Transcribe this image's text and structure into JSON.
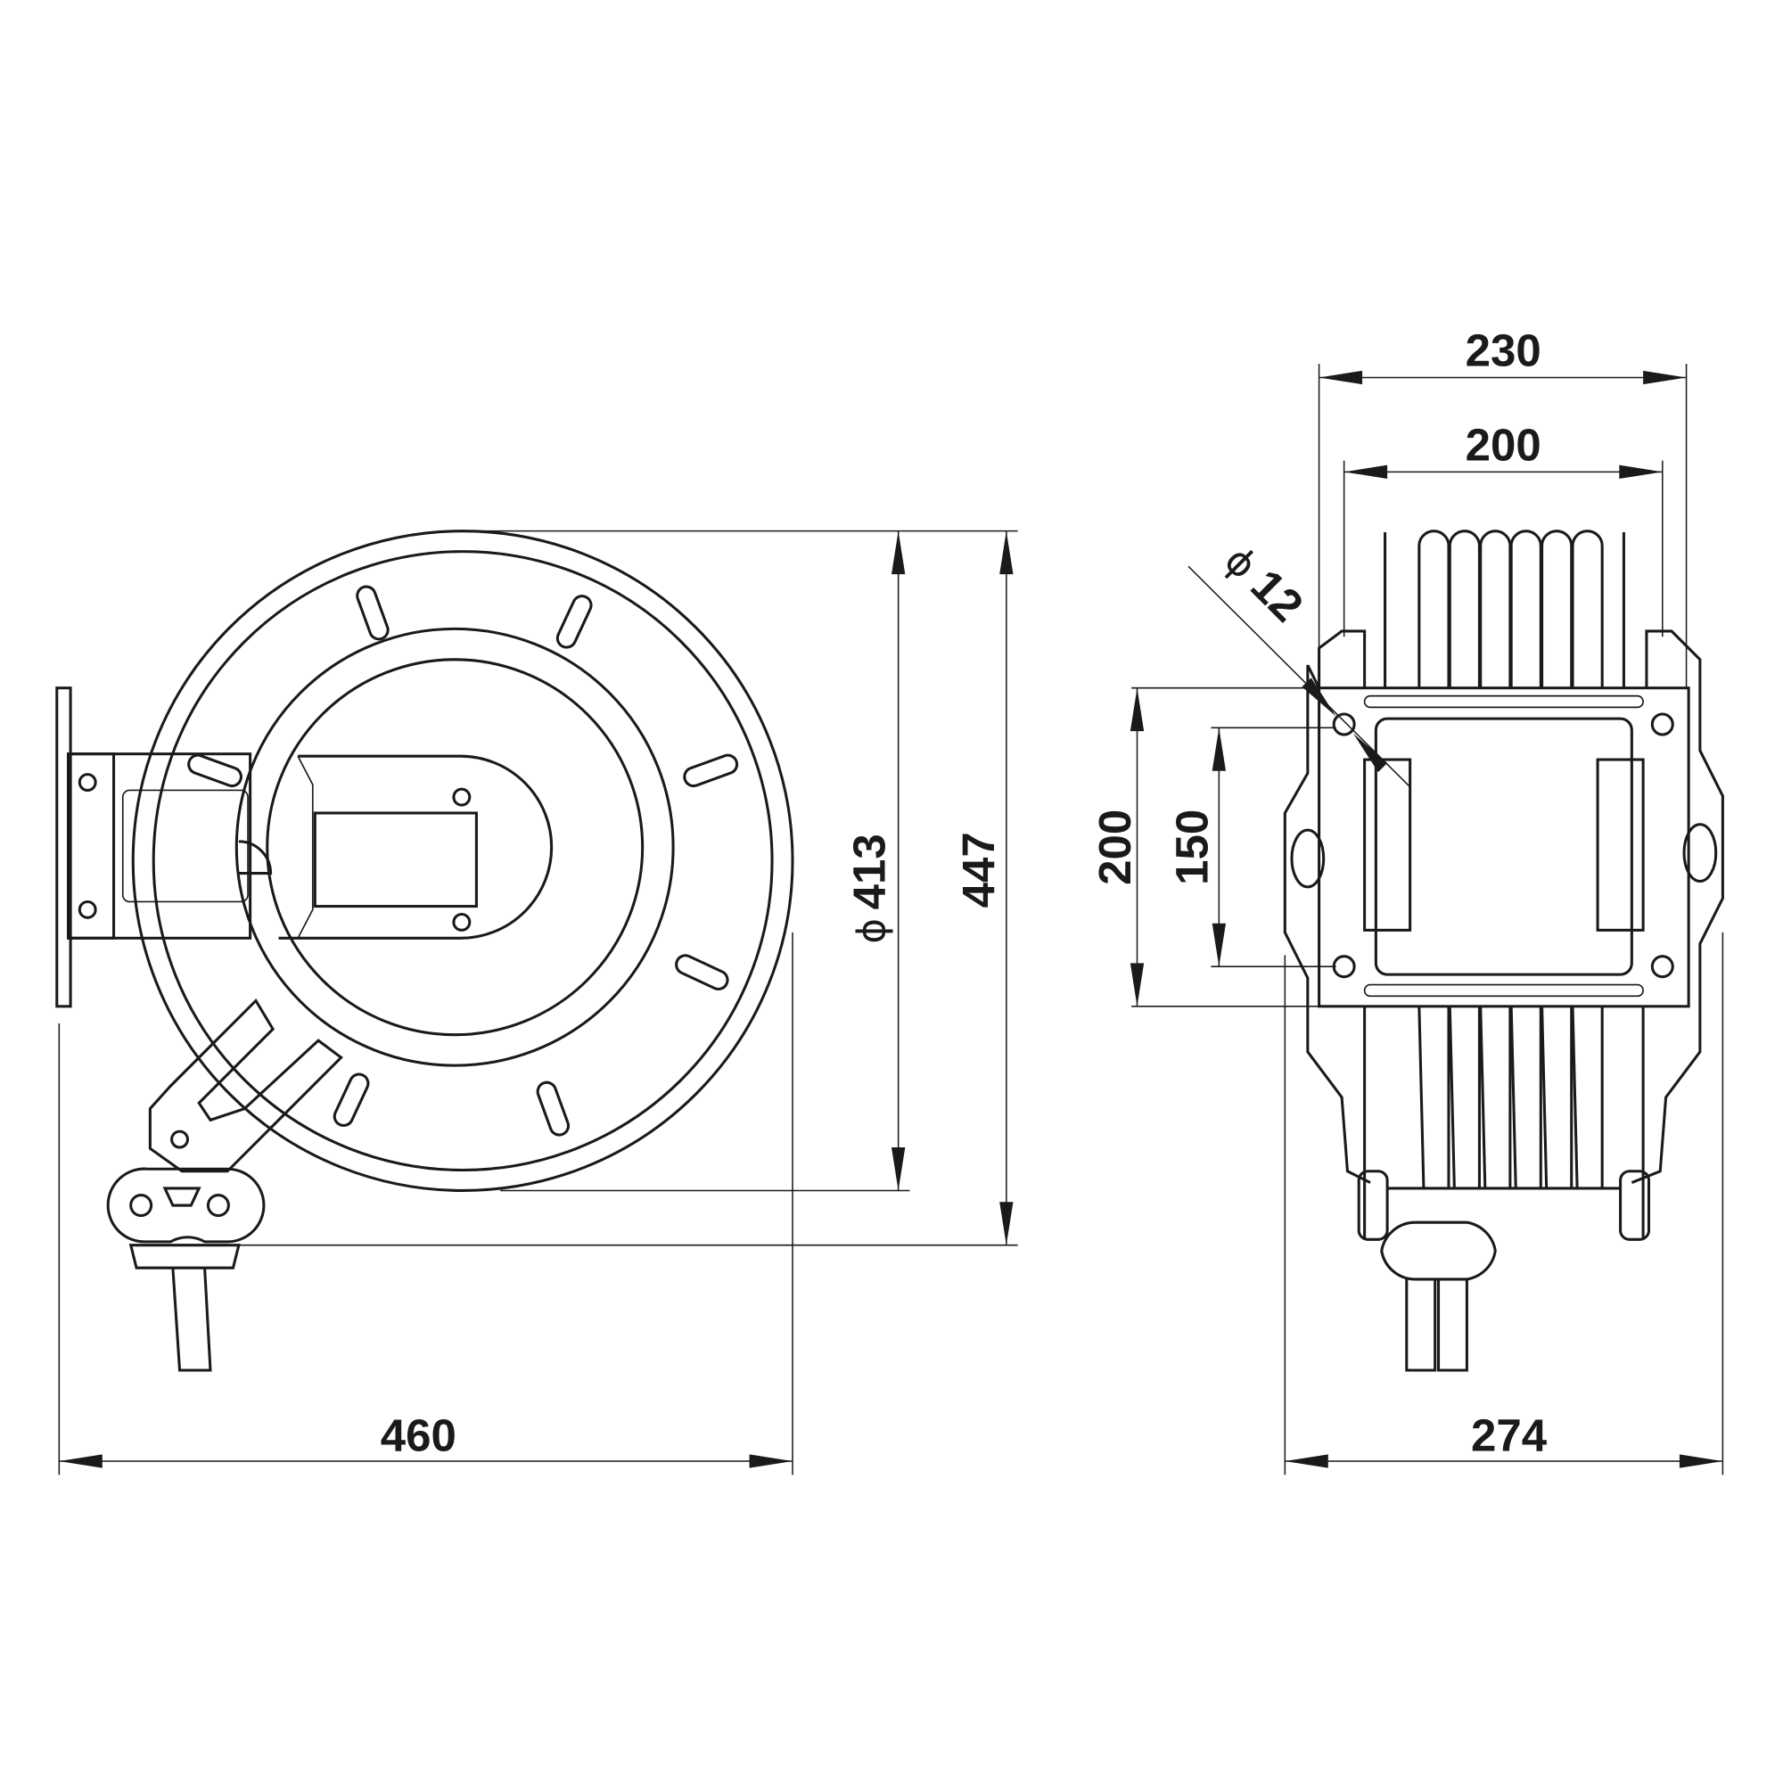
{
  "drawing": {
    "diameter_symbol": "ϕ",
    "side_view": {
      "overall_width": "460",
      "drum_diameter": "413",
      "overall_height": "447"
    },
    "front_view": {
      "outer_width": "230",
      "plate_width": "200",
      "plate_height": "200",
      "hole_spacing": "150",
      "overall_depth": "274",
      "hole_diameter": "12"
    }
  }
}
